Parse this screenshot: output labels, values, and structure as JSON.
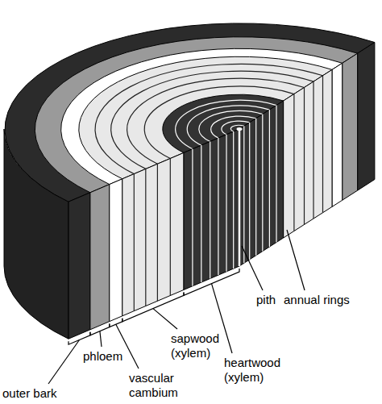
{
  "diagram": {
    "labels": [
      "outer bark",
      "phloem",
      "vascular cambium",
      "sapwood (xylem)",
      "heartwood (xylem)",
      "pith",
      "annual rings"
    ]
  }
}
